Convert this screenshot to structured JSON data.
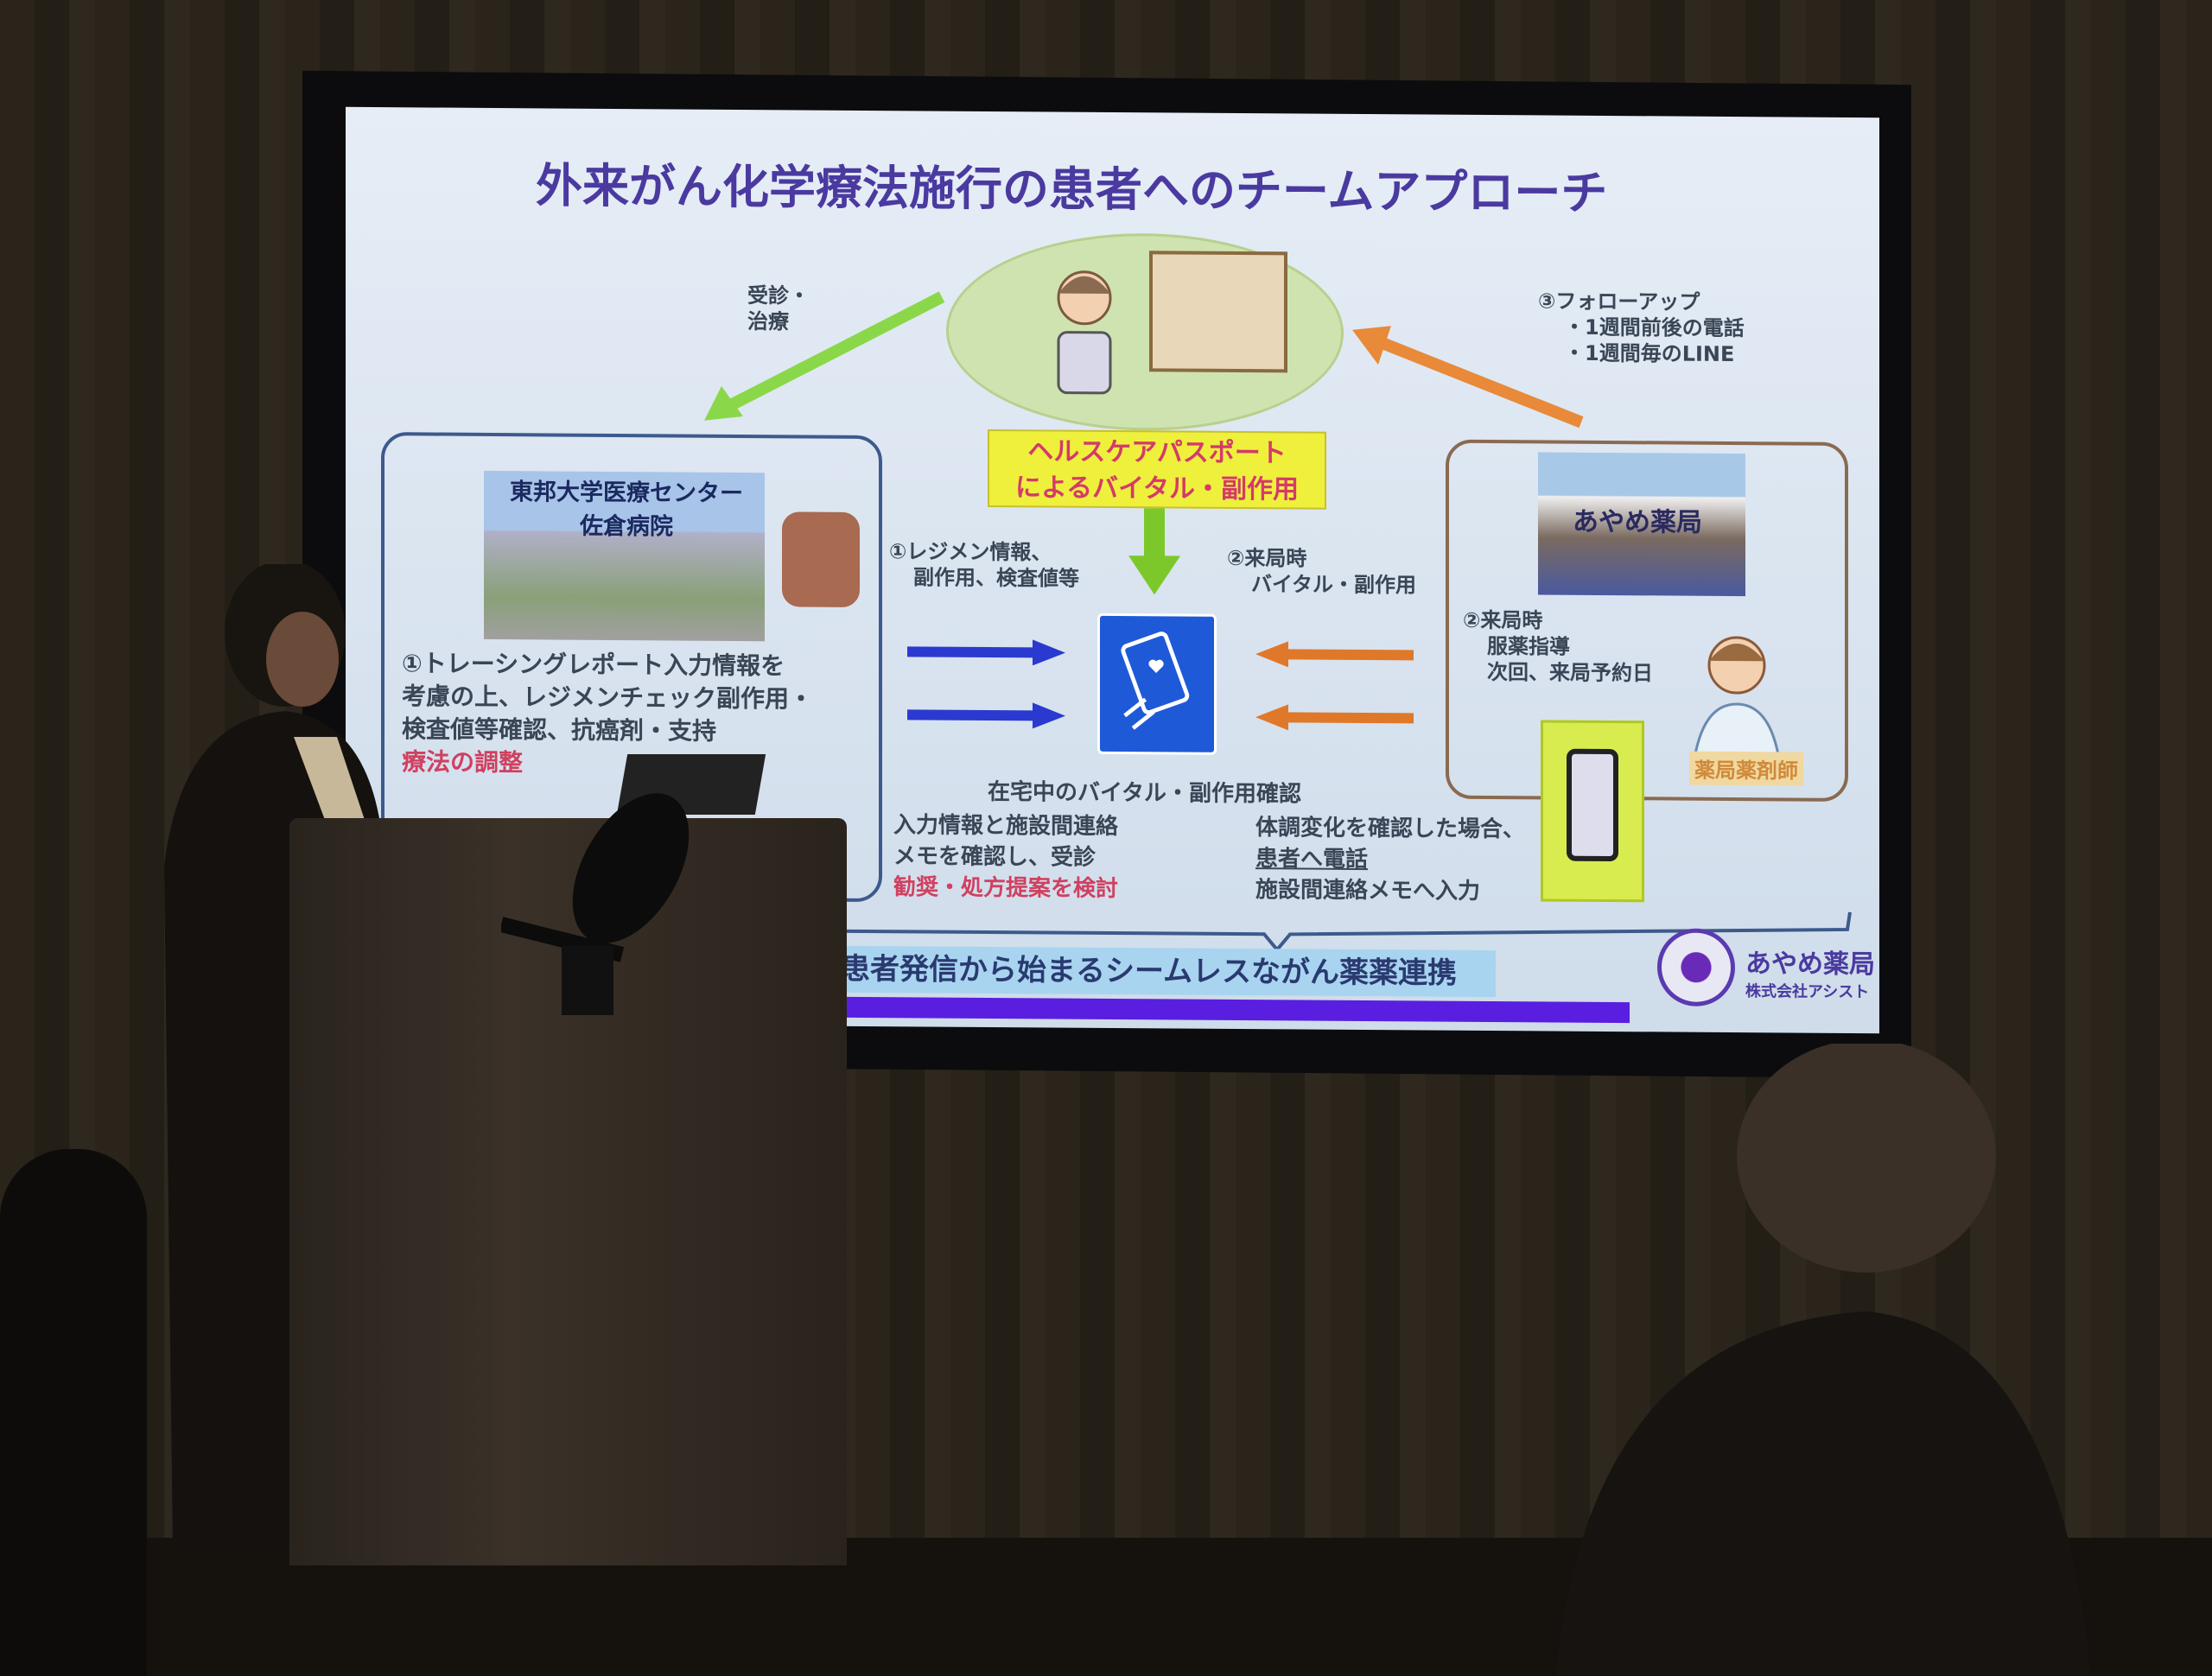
{
  "slide": {
    "title": "外来がん化学療法施行の患者へのチームアプローチ",
    "treatment_label": [
      "受診・",
      "治療"
    ],
    "followup": {
      "heading": "③フォローアップ",
      "items": [
        "・1週間前後の電話",
        "・1週間毎のLINE"
      ]
    },
    "passport_label": [
      "ヘルスケアパスポート",
      "によるバイタル・副作用"
    ],
    "hospital": {
      "name": [
        "東邦大学医療センター",
        "佐倉病院"
      ],
      "text": [
        "①トレーシングレポート入力情報を",
        "考慮の上、レジメンチェック副作用・",
        "検査値等確認、抗癌剤・支持",
        "療法の調整"
      ]
    },
    "flow_label_1": [
      "①レジメン情報、",
      "副作用、検査値等"
    ],
    "flow_label_2": [
      "②来局時",
      "バイタル・副作用"
    ],
    "app_caption": "在宅中のバイタル・副作用確認",
    "hospital_action": [
      "入力情報と施設間連絡",
      "メモを確認し、受診",
      "勧奨・処方提案を検討"
    ],
    "pharmacy_action": [
      "体調変化を確認した場合、",
      "患者へ電話",
      "施設間連絡メモへ入力"
    ],
    "pharmacy": {
      "sign": "あやめ薬局",
      "text": [
        "②来局時",
        "服薬指導",
        "次回、来局予約日"
      ],
      "pharmacist_label": "薬局薬剤師"
    },
    "banner": "患者発信から始まるシームレスながん薬薬連携",
    "logo": {
      "name": "あやめ薬局",
      "company": "株式会社アシスト"
    }
  },
  "colors": {
    "title": "#4a3aa0",
    "blue_arrow": "#2a3ad0",
    "orange_arrow": "#e0782a",
    "green_arrow": "#7cc82a",
    "accent_red": "#d04060"
  }
}
